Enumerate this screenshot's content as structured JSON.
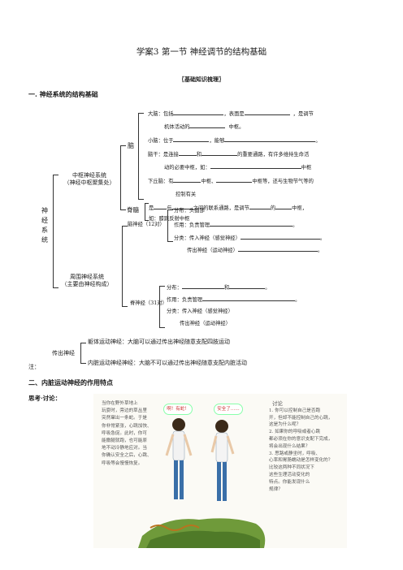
{
  "header": {
    "title": "学案3 第一节 神经调节的结构基础"
  },
  "section_basic": {
    "label": "〖基础知识梳理〗"
  },
  "section1": {
    "heading": "一. 神经系统的结构基础"
  },
  "tree": {
    "root": [
      "神",
      "经",
      "系",
      "统"
    ],
    "central": {
      "line1": "中枢神经系统",
      "line2": "（神经中枢聚集处）"
    },
    "peripheral": {
      "line1": "周围神经系统",
      "line2": "（主要由神经构成）"
    },
    "brain": "脑",
    "spinal": "脊髓",
    "cerebrum_a": "大脑：包括",
    "cerebrum_b": "，表面是",
    "cerebrum_c": "，是调节",
    "cerebrum_d": "机体活动的",
    "cerebrum_e": "中枢。",
    "cerebellum_a": "小脑：位于",
    "cerebellum_b": "，能够",
    "cerebellum_c": "。",
    "brainstem_a": "脑干：是连接",
    "brainstem_b": "和",
    "brainstem_c": "的重要通路，有许多维持生命活",
    "brainstem_d": "动的必要中枢，如：",
    "brainstem_e": "中枢",
    "hypo_a": "下丘脑：有",
    "hypo_b": "中枢、",
    "hypo_c": "中枢等，还与生物节气等的",
    "hypo_d": "控制有关",
    "spinal_a": "是",
    "spinal_b": "与",
    "spinal_c": "之间的联系通路，是调节",
    "spinal_d": "的",
    "spinal_e": "中枢，",
    "spinal_f": "如：膝跳反射中枢",
    "cranial": "脑神经（12对）",
    "cranial_dist": "分布：头面部",
    "cranial_func": "作用：负责管理",
    "cranial_func_end": "。",
    "cranial_type1": "分类：传入神经（感觉神经）",
    "cranial_type1_end": "。",
    "cranial_type2": "传出神经（运动神经）",
    "cranial_type2_end": "。",
    "spinalnerve": "脊神经（31对）",
    "sn_dist_a": "分布：",
    "sn_dist_b": "和",
    "sn_dist_c": "。",
    "sn_func": "作用：负责管理",
    "sn_func_end": "。",
    "sn_type1": "分类：传入神经（感觉神经）",
    "sn_type2": "传出神经（运动神经）"
  },
  "note": {
    "label": "注：",
    "efferent": "传出神经",
    "somatic": "躯体运动神经：大脑可以通过传出神经随意支配四肢运动",
    "visceral": "内脏运动神经神经：大脑不可以通过传出神经随意支配内脏活动"
  },
  "section2": {
    "heading": "二、内脏运动神经的作用特点"
  },
  "discuss": {
    "label": "思考·讨论："
  },
  "figure": {
    "left_text": [
      "当你在野外草地上",
      "玩耍时，旁边的草丛里",
      "突然窜出一条蛇。于是",
      "你非常紧张，心跳加快、",
      "呼吸急促。此时，你可",
      "能撒腿就跑，也可能原",
      "地不动冷静地应对。当",
      "你确认安全之后，心跳、",
      "呼吸等会慢慢恢复。"
    ],
    "bubble1": "啊！有蛇！",
    "bubble2": "安全了……",
    "right_title": "讨论",
    "right_text": [
      "1. 你可以控制自己是否跑",
      "开，但却不能控制自己的心跳，",
      "这是为什么呢？",
      "2. 如果你的呼吸或者心跳",
      "都必须在你的意识支配下完成，",
      "将会出现什么结果？",
      "3. 思路或静坐时，呼吸、",
      "心率和胃肠蠕动是怎样变化的？",
      "比较这两种不同状况下",
      "这些生理活动变化的",
      "特点。你能发现什么",
      "规律？"
    ]
  }
}
